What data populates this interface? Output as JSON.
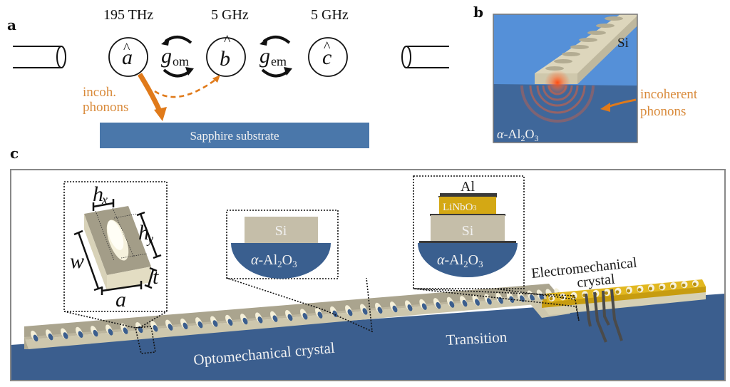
{
  "panels": {
    "a": {
      "label": "a",
      "modes": [
        {
          "symbol": "a",
          "hat": "^",
          "frequency": "195 THz"
        },
        {
          "symbol": "b",
          "hat": "^",
          "frequency": "5 GHz"
        },
        {
          "symbol": "c",
          "hat": "^",
          "frequency": "5 GHz"
        }
      ],
      "couplings": [
        {
          "symbol": "g",
          "subscript": "om"
        },
        {
          "symbol": "g",
          "subscript": "em"
        }
      ],
      "loss_label_line1": "incoh.",
      "loss_label_line2": "phonons",
      "substrate_label": "Sapphire substrate"
    },
    "b": {
      "label": "b",
      "beam_label": "Si",
      "substrate_label_alpha": "α",
      "substrate_label_rest": "-Al",
      "substrate_sub1": "2",
      "substrate_O": "O",
      "substrate_sub2": "3",
      "phonon_label_line1": "incoherent",
      "phonon_label_line2": "phonons"
    },
    "c": {
      "label": "c",
      "unit_cell_params": {
        "hx": {
          "symbol": "h",
          "sub": "x"
        },
        "hy": {
          "symbol": "h",
          "sub": "y"
        },
        "w": "w",
        "t": "t",
        "a": "a"
      },
      "cross_section_1": {
        "top_layer": "Si",
        "substrate_alpha": "α",
        "substrate_rest": "-Al",
        "sub1": "2",
        "O": "O",
        "sub2": "3"
      },
      "cross_section_2": {
        "electrode": "Al",
        "piezo": "LiNbO",
        "piezo_sub": "3",
        "middle_layer": "Si",
        "substrate_alpha": "α",
        "substrate_rest": "-Al",
        "sub1": "2",
        "O": "O",
        "sub2": "3"
      },
      "labels": {
        "optomechanical": "Optomechanical crystal",
        "transition": "Transition",
        "electromechanical_line1": "Electromechanical",
        "electromechanical_line2": "crystal"
      }
    }
  },
  "colors": {
    "orange": "#e07a1a",
    "orange_text": "#d98a3a",
    "sapphire_blue": "#4a77aa",
    "deep_blue": "#3a5f8f",
    "sky_blue": "#5590d8",
    "silicon": "#c8c2aa",
    "silicon_dark": "#a8a28c",
    "linbo3": "#d4a814",
    "aluminum": "#3a3a3a"
  }
}
